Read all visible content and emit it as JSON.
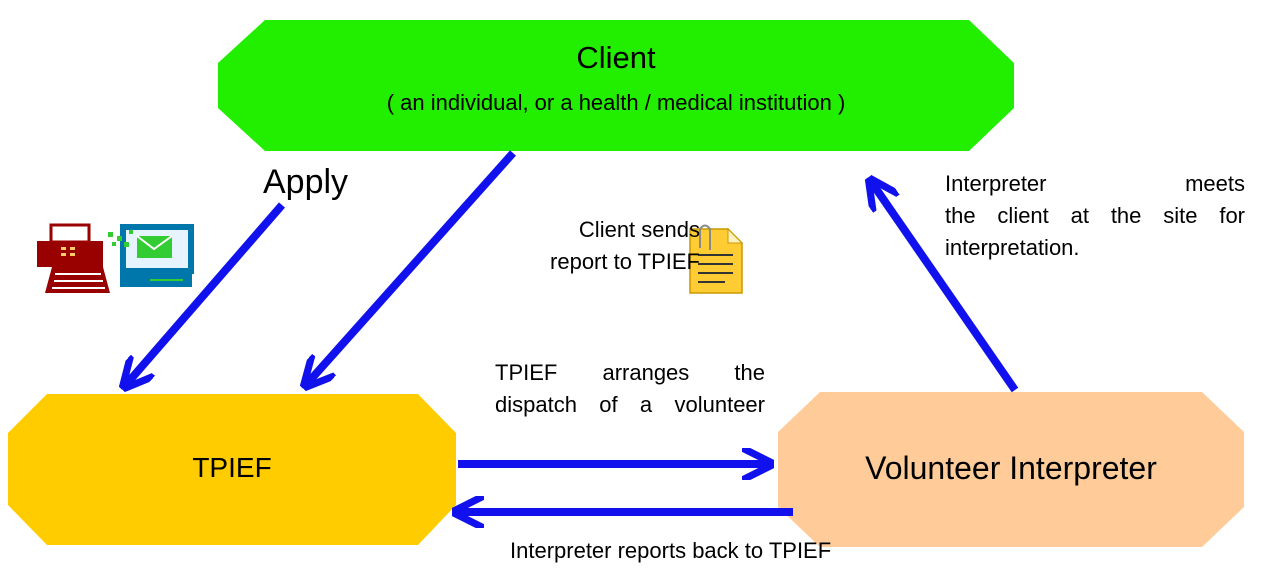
{
  "colors": {
    "client_fill": "#22ee00",
    "tpief_fill": "#ffcc00",
    "volunteer_fill": "#ffcc99",
    "arrow": "#1111ee",
    "printer": "#990000",
    "monitor": "#0077aa",
    "envelope": "#33cc33",
    "document": "#ffcc33"
  },
  "nodes": {
    "client": {
      "title": "Client",
      "subtitle": "( an individual, or a health / medical institution )"
    },
    "tpief": {
      "title": "TPIEF"
    },
    "volunteer": {
      "title": "Volunteer Interpreter"
    }
  },
  "labels": {
    "apply": "Apply",
    "client_sends": [
      "Client sends",
      "report to TPIEF"
    ],
    "tpief_arranges": [
      "TPIEF arranges the",
      "dispatch of a volunteer"
    ],
    "interpreter_meets": [
      "Interpreter meets",
      "the client at the site for",
      "interpretation."
    ],
    "interpreter_reports": "Interpreter reports back to TPIEF"
  },
  "icons": {
    "printer": "fax-printer-icon",
    "computer": "computer-email-icon",
    "document": "document-report-icon"
  }
}
